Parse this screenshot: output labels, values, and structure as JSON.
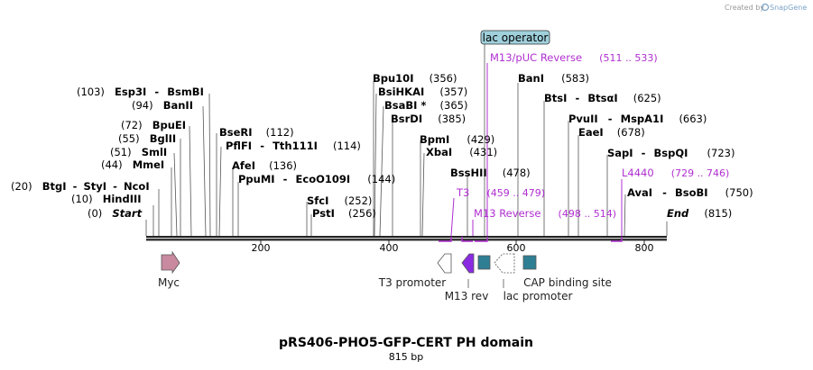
{
  "credit": {
    "prefix": "Created by",
    "brand": "SnapGene"
  },
  "title": "pRS406-PHO5-GFP-CERT PH domain",
  "length_label": "815 bp",
  "sequence": {
    "start": 0,
    "end": 815,
    "ticks": [
      200,
      400,
      600,
      800
    ]
  },
  "end_labels": {
    "start": "Start",
    "start_pos": "(0)",
    "end": "End",
    "end_pos": "(815)"
  },
  "sites": [
    {
      "pos": "(20)",
      "names": [
        "BtgI",
        "StyI",
        "NcoI"
      ]
    },
    {
      "pos": "(10)",
      "names": [
        "HindIII"
      ]
    },
    {
      "pos": "(44)",
      "names": [
        "MmeI"
      ]
    },
    {
      "pos": "(51)",
      "names": [
        "SmlI"
      ]
    },
    {
      "pos": "(55)",
      "names": [
        "BglII"
      ]
    },
    {
      "pos": "(72)",
      "names": [
        "BpuEI"
      ]
    },
    {
      "pos": "(94)",
      "names": [
        "BanII"
      ]
    },
    {
      "pos": "(103)",
      "names": [
        "Esp3I",
        "BsmBI"
      ]
    },
    {
      "pos": "(112)",
      "names": [
        "BseRI"
      ]
    },
    {
      "pos": "(114)",
      "names": [
        "PflFI",
        "Tth111I"
      ]
    },
    {
      "pos": "(136)",
      "names": [
        "AfeI"
      ]
    },
    {
      "pos": "(144)",
      "names": [
        "PpuMI",
        "EcoO109I"
      ]
    },
    {
      "pos": "(252)",
      "names": [
        "SfcI"
      ]
    },
    {
      "pos": "(256)",
      "names": [
        "PstI"
      ]
    },
    {
      "pos": "(356)",
      "names": [
        "Bpu10I"
      ]
    },
    {
      "pos": "(357)",
      "names": [
        "BsiHKAI"
      ]
    },
    {
      "pos": "(365)",
      "names": [
        "BsaBI *"
      ]
    },
    {
      "pos": "(385)",
      "names": [
        "BsrDI"
      ]
    },
    {
      "pos": "(429)",
      "names": [
        "BpmI"
      ]
    },
    {
      "pos": "(431)",
      "names": [
        "XbaI"
      ]
    },
    {
      "pos": "(478)",
      "names": [
        "BssHII"
      ]
    },
    {
      "pos": "(583)",
      "names": [
        "BanI"
      ]
    },
    {
      "pos": "(625)",
      "names": [
        "BtsI",
        "BtsαI"
      ]
    },
    {
      "pos": "(663)",
      "names": [
        "PvuII",
        "MspA1I"
      ]
    },
    {
      "pos": "(678)",
      "names": [
        "EaeI"
      ]
    },
    {
      "pos": "(723)",
      "names": [
        "SapI",
        "BspQI"
      ]
    },
    {
      "pos": "(750)",
      "names": [
        "AvaI",
        "BsoBI"
      ]
    }
  ],
  "primers": [
    {
      "name": "M13/pUC Reverse",
      "range": "(511 .. 533)"
    },
    {
      "name": "L4440",
      "range": "(729 .. 746)"
    },
    {
      "name": "T3",
      "range": "(459 .. 479)"
    },
    {
      "name": "M13 Reverse",
      "range": "(498 .. 514)"
    }
  ],
  "operator_label": "lac operator",
  "features": [
    {
      "name": "Myc",
      "color": "#c9899f"
    },
    {
      "name": "T3 promoter",
      "color": "#ffffff"
    },
    {
      "name": "M13 rev",
      "color": "#8a2be2"
    },
    {
      "name": "lac promoter",
      "color": "#ffffff"
    },
    {
      "name": "CAP binding site",
      "color": "#2e7f94"
    }
  ],
  "colors": {
    "primer": "#b02fd0",
    "operator_fill": "#9fd0dc",
    "cap": "#2e7f94",
    "myc": "#c9899f",
    "m13rev": "#8a2be2"
  }
}
